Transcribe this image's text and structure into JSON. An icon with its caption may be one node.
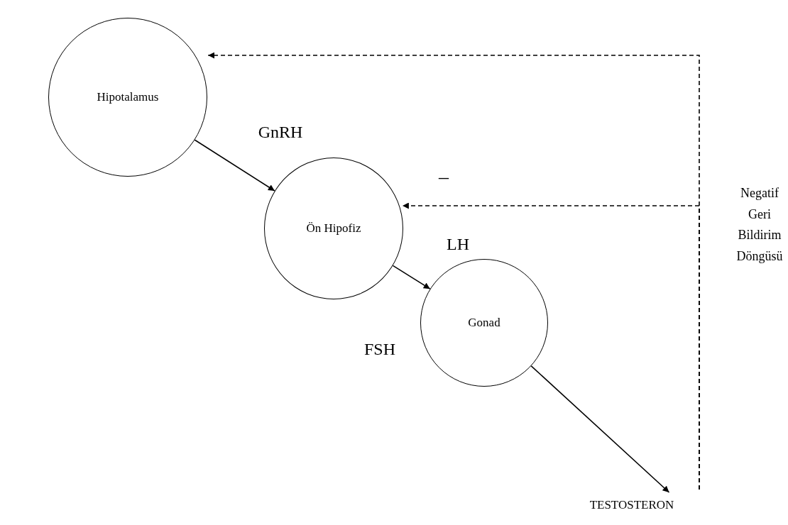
{
  "diagram": {
    "nodes": [
      {
        "text": [
          "Hipotalamus"
        ]
      },
      {
        "text": [
          "Ön Hipofiz"
        ]
      },
      {
        "text": [
          "Gonad"
        ]
      },
      {
        "text": [
          "TESTOSTERON"
        ]
      }
    ],
    "edges": [
      {
        "from": 0,
        "to": 1,
        "arrow": "to"
      },
      {
        "from": 1,
        "to": 2,
        "arrow": "to"
      },
      {
        "from": 2,
        "to": 3,
        "arrow": "to"
      },
      {
        "from": 3,
        "to": 0,
        "arrow": "to",
        "style": "dashed"
      },
      {
        "from": 3,
        "to": 1,
        "arrow": "to",
        "style": "dashed"
      }
    ],
    "labels": [
      "GnRH",
      "–",
      "Negatif Geri Bildirim Döngüsü",
      "LH",
      "FSH"
    ]
  }
}
